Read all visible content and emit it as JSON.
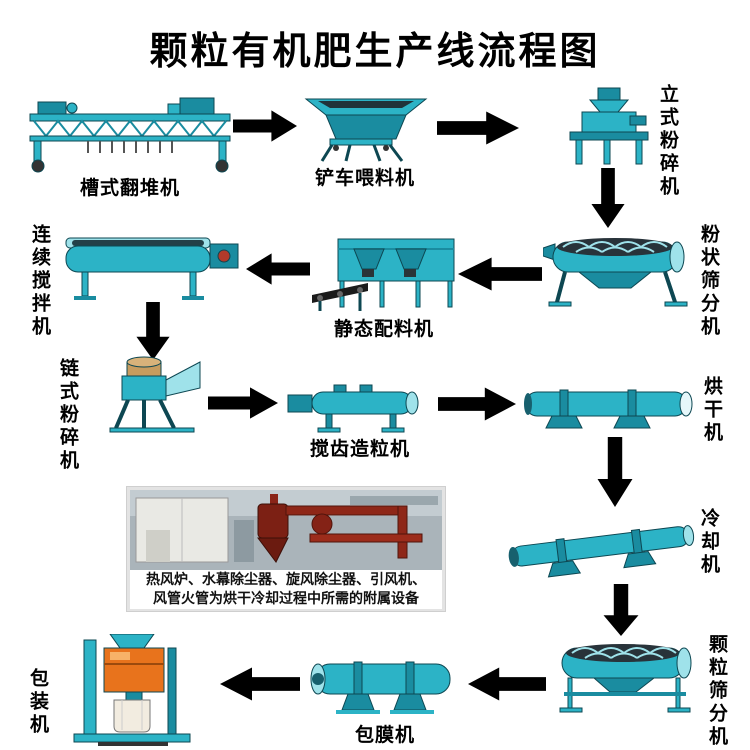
{
  "title": "颗粒有机肥生产线流程图",
  "machines": {
    "trough_turner": {
      "label": "槽式翻堆机"
    },
    "loader_feeder": {
      "label": "铲车喂料机"
    },
    "vertical_crusher": {
      "label": "立式粉碎机"
    },
    "powder_screener": {
      "label": "粉状筛分机"
    },
    "static_batcher": {
      "label": "静态配料机"
    },
    "continuous_mixer": {
      "label": "连续搅拌机"
    },
    "chain_crusher": {
      "label": "链式粉碎机"
    },
    "stirring_granulator": {
      "label": "搅齿造粒机"
    },
    "dryer": {
      "label": "烘干机"
    },
    "cooler": {
      "label": "冷却机"
    },
    "granule_screener": {
      "label": "颗粒筛分机"
    },
    "coating_machine": {
      "label": "包膜机"
    },
    "packing_machine": {
      "label": "包装机"
    }
  },
  "inset": {
    "caption_line1": "热风炉、水幕除尘器、旋风除尘器、引风机、",
    "caption_line2": "风管火管为烘干冷却过程中所需的附属设备"
  },
  "flow_sequence": [
    "槽式翻堆机",
    "铲车喂料机",
    "立式粉碎机",
    "粉状筛分机",
    "静态配料机",
    "连续搅拌机",
    "链式粉碎机",
    "搅齿造粒机",
    "烘干机",
    "冷却机",
    "颗粒筛分机",
    "包膜机",
    "包装机"
  ],
  "colors": {
    "machine_teal": "#2cb3c6",
    "machine_teal_dark": "#1a8ca0",
    "machine_teal_light": "#9fe2ea",
    "arrow_black": "#000000",
    "packing_orange": "#e8731c",
    "inset_red_equipment": "#7c2014",
    "background": "#ffffff"
  }
}
